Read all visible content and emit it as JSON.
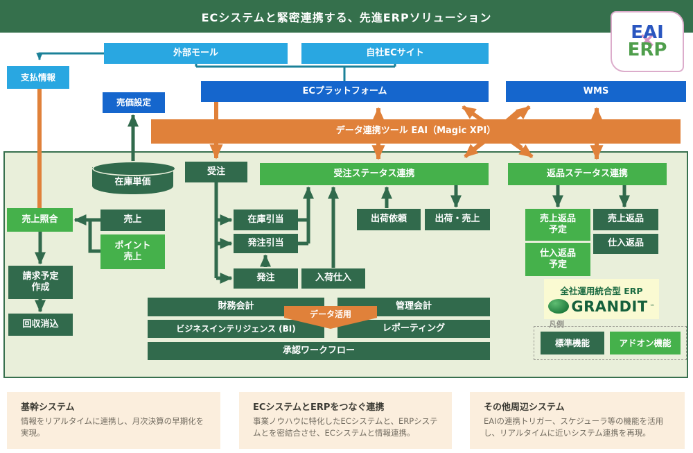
{
  "header": {
    "title": "ECシステムと緊密連携する、先進ERPソリューション"
  },
  "badge": {
    "top": "EAI",
    "cross": "×",
    "bottom": "ERP"
  },
  "nodes": {
    "external_mall": "外部モール",
    "own_ec_site": "自社ECサイト",
    "payment_info": "支払情報",
    "ec_platform": "ECプラットフォーム",
    "wms": "WMS",
    "price_setting": "売価設定",
    "eai_bar": "データ連携ツール EAI（Magic XPI）",
    "inventory_unit_price": "在庫単価",
    "order": "受注",
    "order_status_link": "受注ステータス連携",
    "return_status_link": "返品ステータス連携",
    "sales_matching": "売上照合",
    "sales": "売上",
    "point_sales": "ポイント\n売上",
    "billing_schedule": "請求予定\n作成",
    "collection_clearing": "回収消込",
    "inventory_allocation": "在庫引当",
    "po_allocation": "発注引当",
    "purchase_order": "発注",
    "receiving_purchase": "入荷仕入",
    "shipping_request": "出荷依頼",
    "shipping_sales": "出荷・売上",
    "sales_return_plan": "売上返品\n予定",
    "purchase_return_plan": "仕入返品\n予定",
    "sales_return": "売上返品",
    "purchase_return": "仕入返品",
    "financial_accounting": "財務会計",
    "management_accounting": "管理会計",
    "data_utilization": "データ活用",
    "business_intelligence": "ビジネスインテリジェンス (BI)",
    "reporting": "レポーティング",
    "approval_workflow": "承認ワークフロー"
  },
  "erp": {
    "label": "全社運用統合型 ERP",
    "brand": "GRANDIT",
    "tm": "™"
  },
  "legend": {
    "title": "凡例",
    "standard": "標準機能",
    "addon": "アドオン機能"
  },
  "cards": [
    {
      "title": "基幹システム",
      "body": "情報をリアルタイムに連携し、月次決算の早期化を実現。"
    },
    {
      "title": "ECシステムとERPをつなぐ連携",
      "body": "事業ノウハウに特化したECシステムと、ERPシステムとを密結合させ、ECシステムと情報連携。"
    },
    {
      "title": "その他周辺システム",
      "body": "EAIの連携トリガー、スケジューラ等の機能を活用し、リアルタイムに近いシステム連携を再現。"
    }
  ],
  "colors": {
    "header_green": "#35704c",
    "dark_green_box": "#316a4c",
    "light_green_box": "#45b14b",
    "blue_box": "#1566cd",
    "light_blue_box": "#29a7e1",
    "orange": "#e0813a",
    "teal_line": "#1b8198",
    "panel_bg": "#e9efda",
    "pale_yellow": "#fafad2",
    "card_beige": "#fbeedd",
    "badge_border_pink": "#dcaccb"
  }
}
